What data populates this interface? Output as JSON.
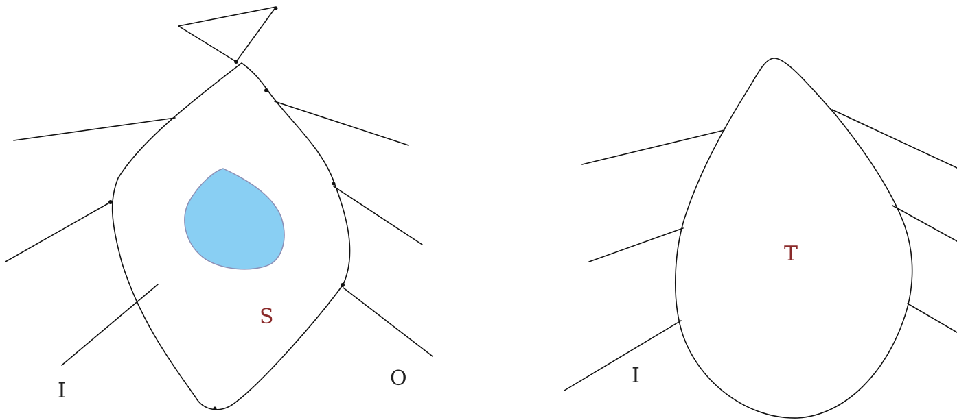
{
  "figure_left": {
    "region_label": "S",
    "inflow_label": "I",
    "outflow_label": "O"
  },
  "figure_right": {
    "region_label": "T",
    "inflow_label": "I"
  },
  "colors": {
    "line": "#111111",
    "blob_fill": "#89cff3",
    "blob_stroke": "#8c8fb5",
    "region_label_color": "#8a2a2a",
    "flow_label_color": "#222222"
  }
}
